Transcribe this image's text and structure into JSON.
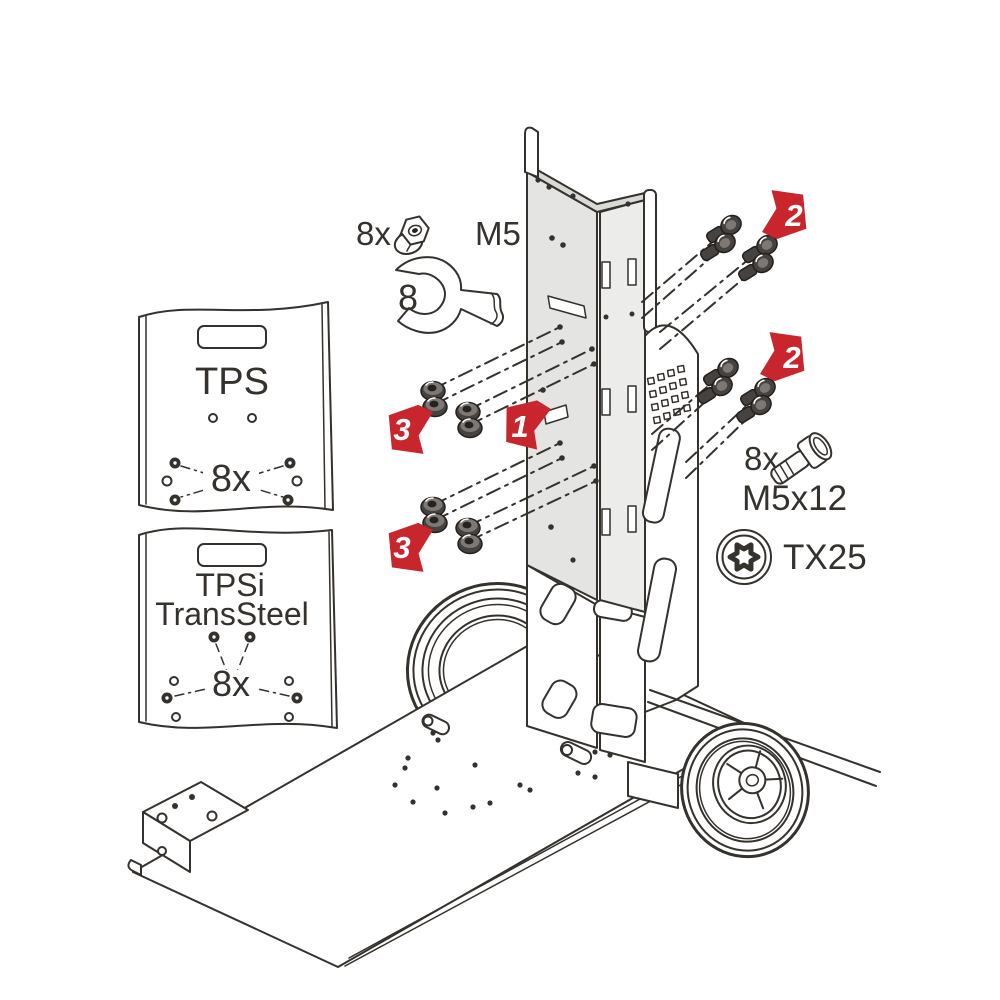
{
  "colors": {
    "ink": "#35312d",
    "red": "#c9252c",
    "plate_gray": "#e4e4e2",
    "white": "#ffffff"
  },
  "legend_nut": {
    "qty": "8x",
    "size": "M5"
  },
  "wrench": {
    "label": "8"
  },
  "legend_screw": {
    "qty": "8x",
    "size": "M5x12",
    "drive": "TX25"
  },
  "panels": {
    "tps": {
      "name": "TPS",
      "qty": "8x"
    },
    "tpsi": {
      "name": "TPSi",
      "series": "TransSteel",
      "qty": "8x"
    }
  },
  "steps": {
    "plate": "1",
    "screws": "2",
    "nuts": "3"
  },
  "icons": {
    "nut": "hex-nut-icon",
    "wrench": "open-end-wrench-icon",
    "screw": "pan-head-screw-icon",
    "torx": "torx-drive-icon",
    "arrow": "red-step-arrow-icon"
  }
}
